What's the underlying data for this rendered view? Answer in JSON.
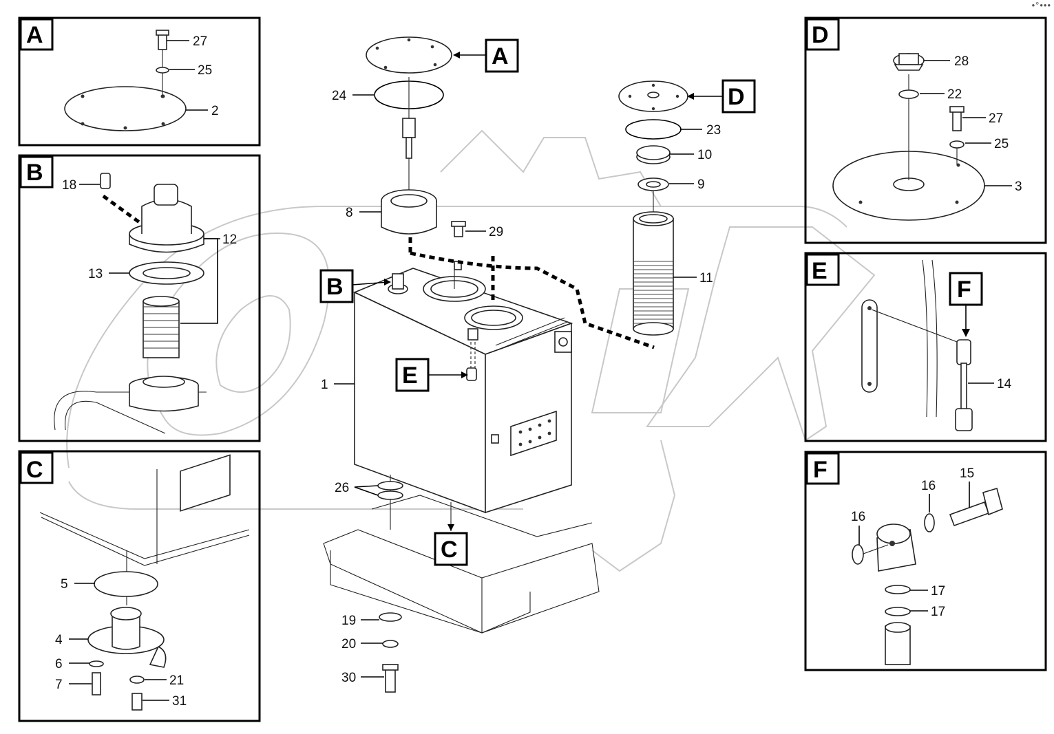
{
  "menu_glyph": "•°•••",
  "detail_labels": {
    "A": "A",
    "B": "B",
    "C": "C",
    "D": "D",
    "E": "E",
    "F": "F"
  },
  "callout_tags": {
    "A": "A",
    "B": "B",
    "C": "C",
    "D": "D",
    "E": "E",
    "F": "F"
  },
  "parts": {
    "p1": "1",
    "p2": "2",
    "p3": "3",
    "p4": "4",
    "p5": "5",
    "p6": "6",
    "p7": "7",
    "p8": "8",
    "p9": "9",
    "p10": "10",
    "p11": "11",
    "p12": "12",
    "p13": "13",
    "p14": "14",
    "p15": "15",
    "p16a": "16",
    "p16b": "16",
    "p17a": "17",
    "p17b": "17",
    "p18": "18",
    "p19": "19",
    "p20": "20",
    "p21": "21",
    "p22": "22",
    "p23": "23",
    "p24": "24",
    "p25a": "25",
    "p25b": "25",
    "p26": "26",
    "p27a": "27",
    "p27b": "27",
    "p28": "28",
    "p29": "29",
    "p30": "30",
    "p31": "31"
  }
}
